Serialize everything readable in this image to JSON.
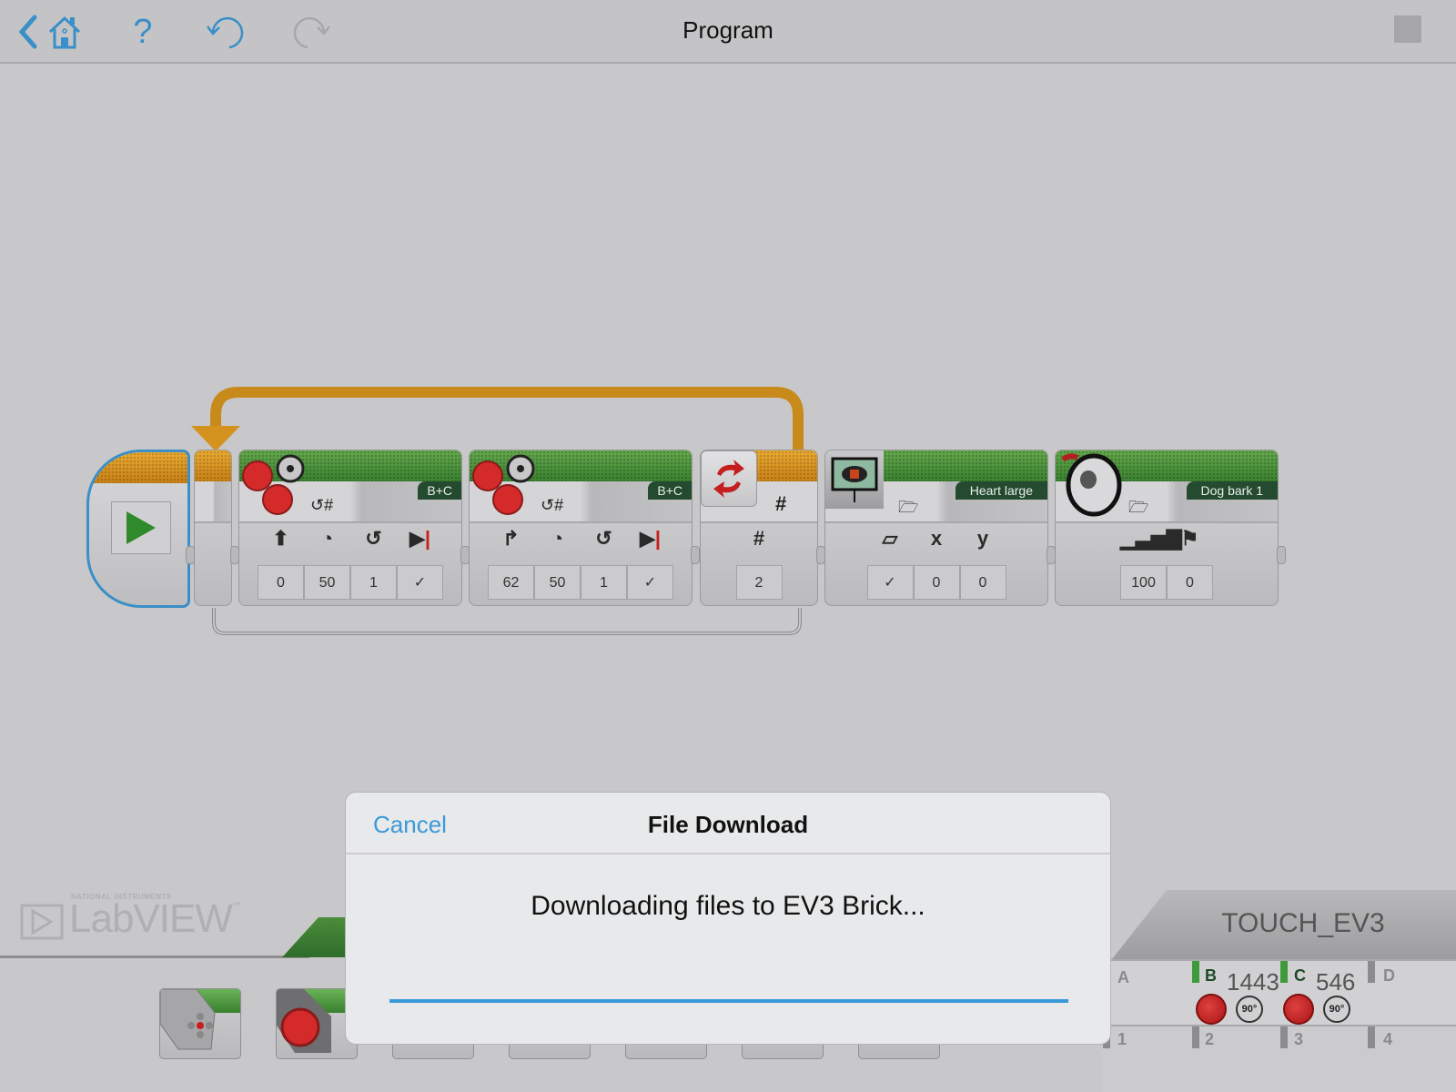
{
  "header": {
    "title": "Program",
    "icons": [
      "back-chevron-icon",
      "home-icon",
      "help-icon",
      "undo-icon",
      "redo-icon",
      "stop-icon"
    ],
    "accent": "#3a8fc8"
  },
  "program": {
    "start_block": {
      "icon": "play-icon"
    },
    "loop": {
      "mode_icon": "#",
      "count": "2",
      "param_icon": "#"
    },
    "blocks": [
      {
        "type": "move-steering",
        "port": "B+C",
        "mode_icon": "rotations-icon",
        "param_icons": [
          "steering-straight-icon",
          "speed-icon",
          "rotations-icon",
          "brake-icon"
        ],
        "values": [
          "0",
          "50",
          "1",
          "✓"
        ]
      },
      {
        "type": "move-steering",
        "port": "B+C",
        "mode_icon": "rotations-icon",
        "param_icons": [
          "steering-turn-icon",
          "speed-icon",
          "rotations-icon",
          "brake-icon"
        ],
        "values": [
          "62",
          "50",
          "1",
          "✓"
        ]
      },
      {
        "type": "display",
        "file": "Heart large",
        "mode_icon": "folder-icon",
        "param_icons": [
          "clear-eraser-icon",
          "x",
          "y"
        ],
        "values": [
          "✓",
          "0",
          "0"
        ]
      },
      {
        "type": "sound",
        "file": "Dog bark 1",
        "mode_icon": "folder-icon",
        "param_icons": [
          "volume-icon",
          "play-type-flag-icon"
        ],
        "values": [
          "100",
          "0"
        ]
      }
    ]
  },
  "branding": {
    "company": "NATIONAL INSTRUMENTS",
    "product": "LabVIEW",
    "tm": "™"
  },
  "brick": {
    "name": "TOUCH_EV3",
    "output_ports": [
      {
        "label": "A",
        "value": ""
      },
      {
        "label": "B",
        "value": "1443",
        "unit_icon": "90°"
      },
      {
        "label": "C",
        "value": "546",
        "unit_icon": "90°"
      },
      {
        "label": "D",
        "value": ""
      }
    ],
    "input_ports": [
      "1",
      "2",
      "3",
      "4"
    ]
  },
  "dialog": {
    "cancel_label": "Cancel",
    "title": "File Download",
    "message": "Downloading files to EV3 Brick...",
    "progress_percent": 100,
    "progress_color": "#3a9ad9"
  }
}
